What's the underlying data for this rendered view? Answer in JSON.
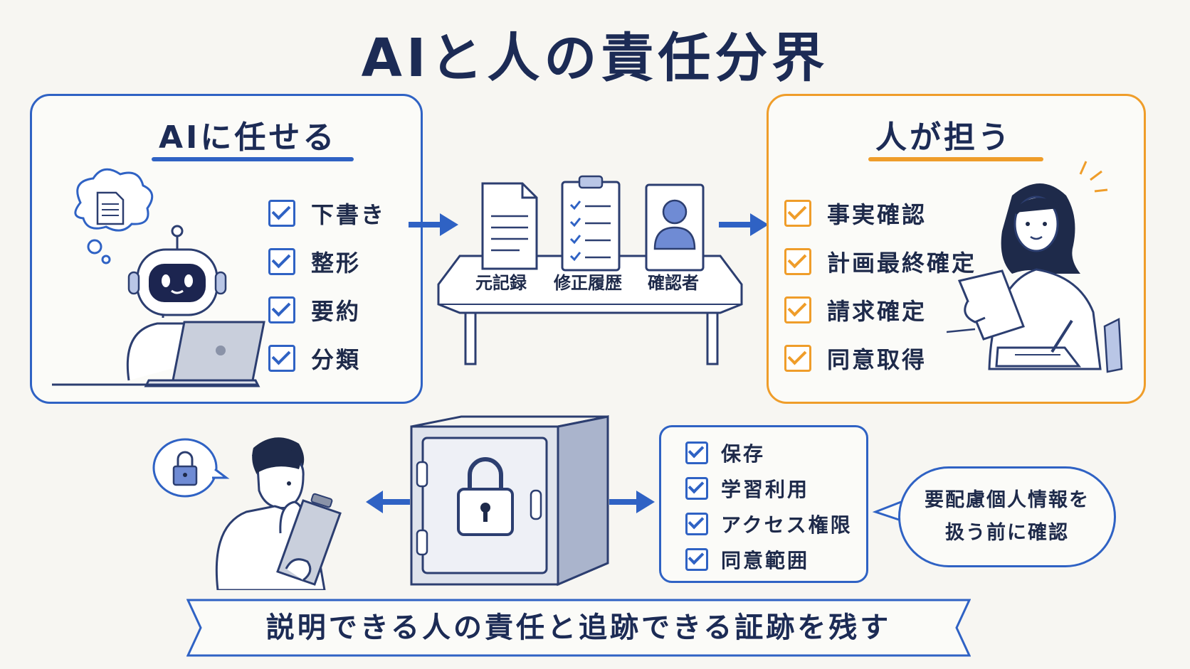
{
  "title": "AIと人の責任分界",
  "ai_panel": {
    "title": "AIに任せる",
    "items": [
      "下書き",
      "整形",
      "要約",
      "分類"
    ]
  },
  "records": {
    "labels": [
      "元記録",
      "修正履歴",
      "確認者"
    ]
  },
  "human_panel": {
    "title": "人が担う",
    "items": [
      "事実確認",
      "計画最終確定",
      "請求確定",
      "同意取得"
    ]
  },
  "storage": {
    "items": [
      "保存",
      "学習利用",
      "アクセス権限",
      "同意範囲"
    ]
  },
  "speech": {
    "line1": "要配慮個人情報を",
    "line2": "扱う前に確認"
  },
  "banner": "説明できる人の責任と追跡できる証跡を残す",
  "colors": {
    "ai_accent": "#2f62c4",
    "human_accent": "#ef9d2a",
    "ink": "#1c2b55"
  },
  "icons": [
    "document-icon",
    "checklist-icon",
    "person-card-icon",
    "robot-icon",
    "laptop-icon",
    "safe-icon",
    "padlock-icon",
    "arrow-right-icon",
    "arrow-left-icon"
  ]
}
